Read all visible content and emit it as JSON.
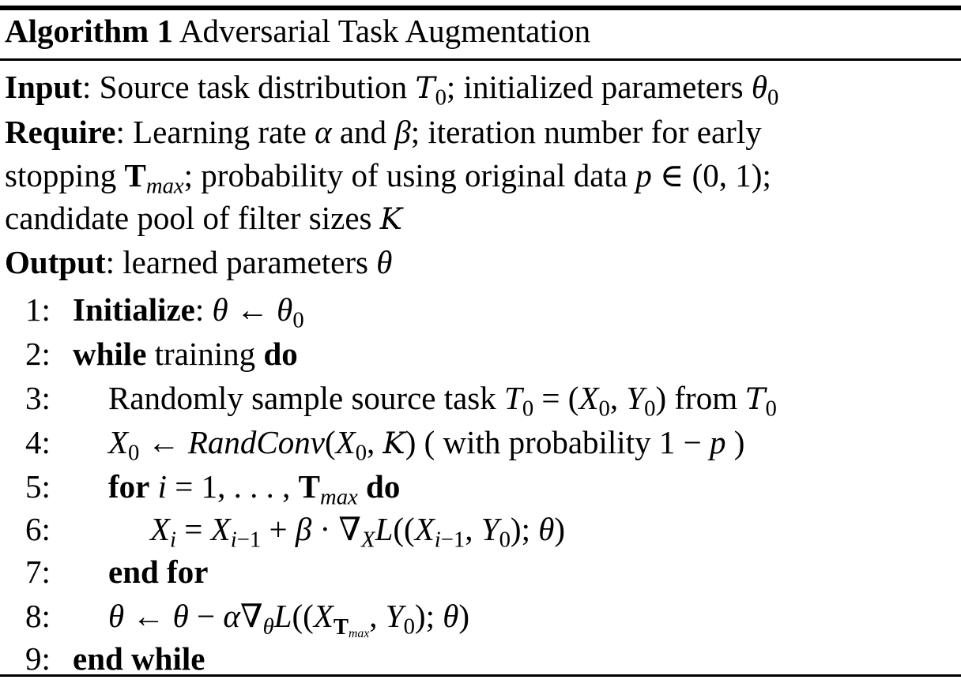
{
  "algorithm": {
    "label": "Algorithm 1",
    "title": "Adversarial Task Augmentation"
  },
  "input": {
    "keyword": "Input",
    "text_1": "Source task distribution ",
    "text_2": "; initialized parameters "
  },
  "require": {
    "keyword": "Require",
    "text_1": "Learning rate ",
    "text_2": " and ",
    "text_3": "; iteration number for early",
    "text_4": "stopping ",
    "text_5": "; probability of using original data ",
    "text_6": "candidate pool of filter sizes "
  },
  "output": {
    "keyword": "Output",
    "text_1": "learned parameters "
  },
  "steps": [
    {
      "num": "1:"
    },
    {
      "num": "2:"
    },
    {
      "num": "3:"
    },
    {
      "num": "4:"
    },
    {
      "num": "5:"
    },
    {
      "num": "6:"
    },
    {
      "num": "7:"
    },
    {
      "num": "8:"
    },
    {
      "num": "9:"
    }
  ],
  "keywords": {
    "initialize": "Initialize",
    "while": "while",
    "training": " training ",
    "do": "do",
    "for": "for",
    "end_for": "end for",
    "end_while": "end while",
    "from": " from ",
    "with_probability": " ( with probability 1 − ",
    "close_paren": " )",
    "randomly_sample": "Randomly sample source task "
  }
}
